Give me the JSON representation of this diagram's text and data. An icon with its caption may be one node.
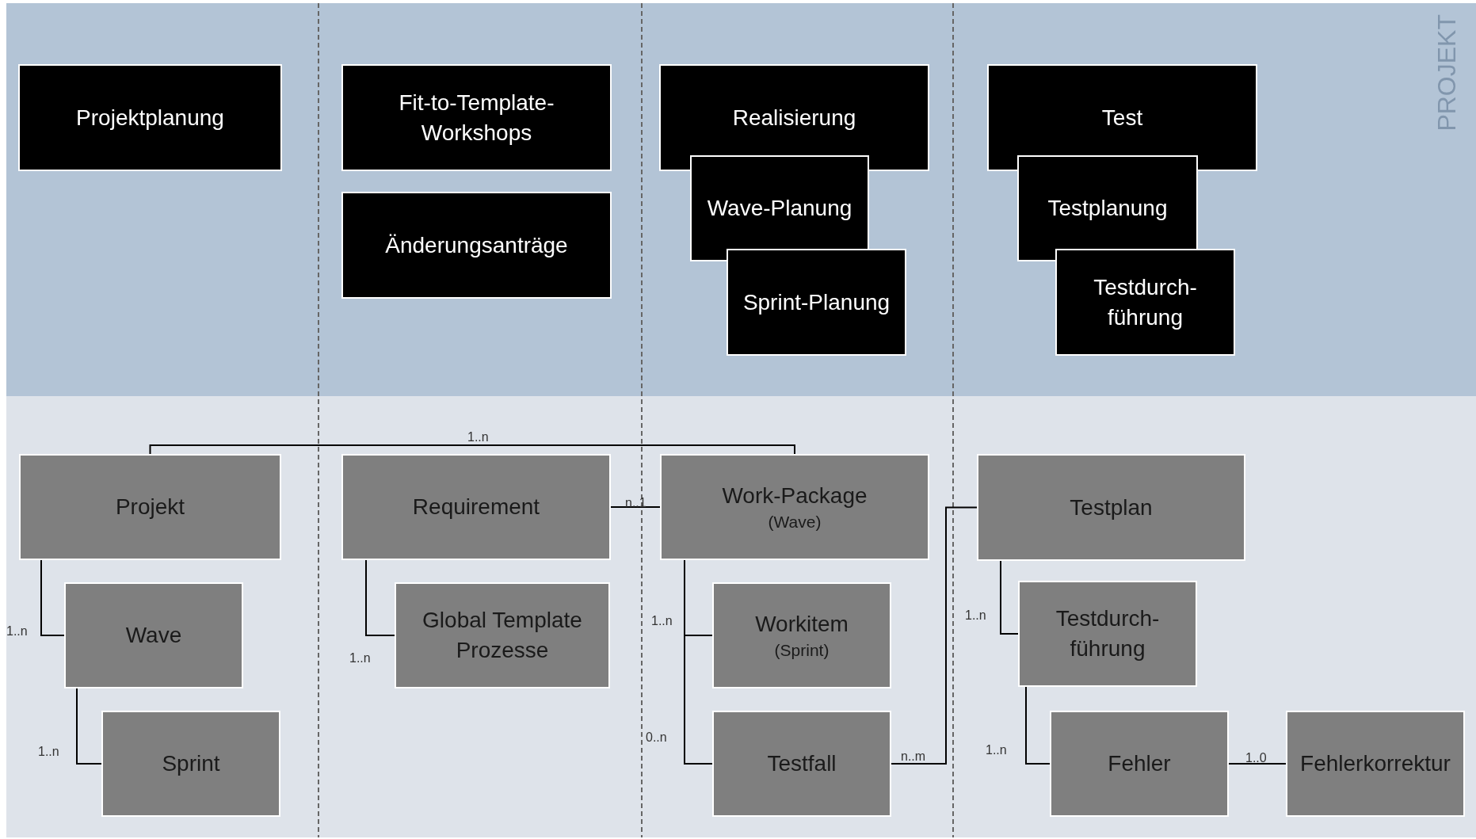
{
  "diagram": {
    "nodes": [
      {
        "text": [
          "Projektplanung"
        ]
      },
      {
        "text": [
          "Fit-to-Template- Workshops"
        ]
      },
      {
        "text": [
          "Änderungsanträge"
        ]
      },
      {
        "text": [
          "Realisierung"
        ]
      },
      {
        "text": [
          "Wave-Planung"
        ]
      },
      {
        "text": [
          "Sprint-Planung"
        ]
      },
      {
        "text": [
          "Test"
        ]
      },
      {
        "text": [
          "Testplanung"
        ]
      },
      {
        "text": [
          "Testdurch- führung"
        ]
      },
      {
        "text": [
          "Projekt"
        ]
      },
      {
        "text": [
          "Wave"
        ]
      },
      {
        "text": [
          "Sprint"
        ]
      },
      {
        "text": [
          "Requirement"
        ]
      },
      {
        "text": [
          "Global Template Prozesse"
        ]
      },
      {
        "text": [
          "Work-Package",
          "(Wave)"
        ]
      },
      {
        "text": [
          "Workitem",
          "(Sprint)"
        ]
      },
      {
        "text": [
          "Testfall"
        ]
      },
      {
        "text": [
          "Testplan"
        ]
      },
      {
        "text": [
          "Testdurch- führung"
        ]
      },
      {
        "text": [
          "Fehler"
        ]
      },
      {
        "text": [
          "Fehlerkorrektur"
        ]
      }
    ],
    "edges": [
      {
        "from": 9,
        "to": 14,
        "arrow": "none",
        "label": "1..n"
      },
      {
        "from": 9,
        "to": 10,
        "arrow": "none",
        "label": "1..n"
      },
      {
        "from": 10,
        "to": 11,
        "arrow": "none",
        "label": "1..n"
      },
      {
        "from": 12,
        "to": 13,
        "arrow": "none",
        "label": "1..n"
      },
      {
        "from": 12,
        "to": 14,
        "arrow": "none",
        "label": "n..1"
      },
      {
        "from": 14,
        "to": 15,
        "arrow": "none",
        "label": "1..n"
      },
      {
        "from": 14,
        "to": 16,
        "arrow": "none",
        "label": "0..n"
      },
      {
        "from": 16,
        "to": 17,
        "arrow": "none",
        "label": "n..m"
      },
      {
        "from": 17,
        "to": 18,
        "arrow": "none",
        "label": "1..n"
      },
      {
        "from": 18,
        "to": 19,
        "arrow": "none",
        "label": "1..n"
      },
      {
        "from": 19,
        "to": 20,
        "arrow": "none",
        "label": "1..0"
      }
    ],
    "labels": [
      "PROJEKT"
    ]
  }
}
